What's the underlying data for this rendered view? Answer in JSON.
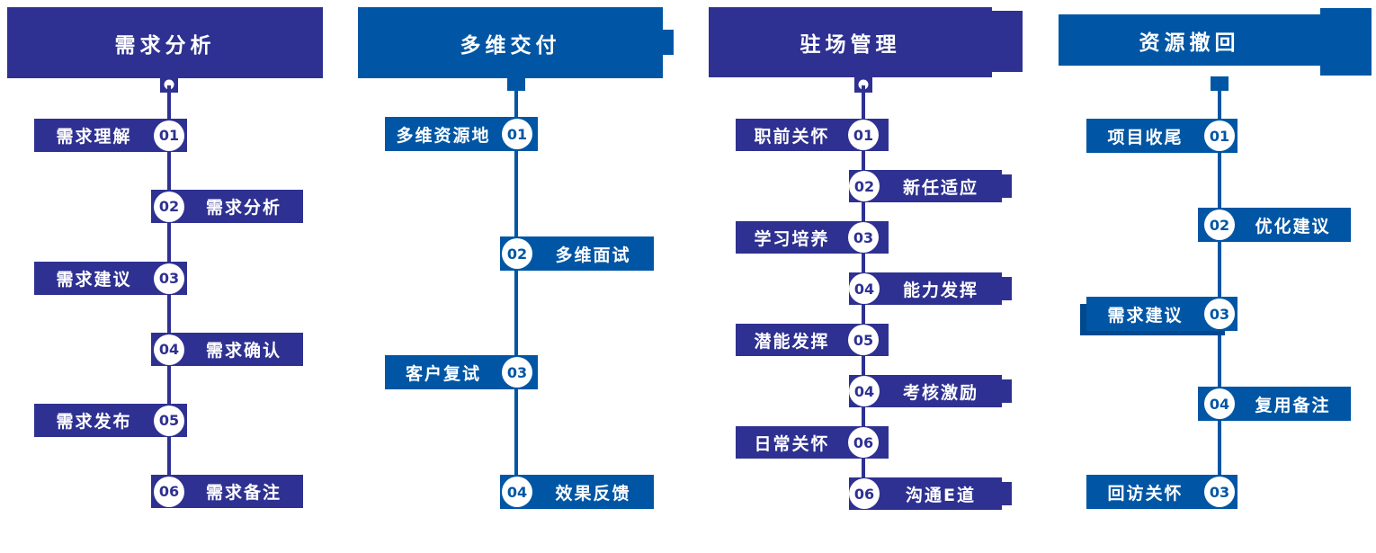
{
  "colors": {
    "navy": "#2e3191",
    "blue": "#0056a4",
    "navy_dark": "#262973",
    "blue_dark": "#00498f",
    "badge_bg": "#ffffff",
    "text": "#ffffff",
    "background": "#ffffff"
  },
  "columns": [
    {
      "title": "需求分析",
      "theme": "navy",
      "steps": [
        {
          "num": "01",
          "label": "需求理解",
          "side": "left"
        },
        {
          "num": "02",
          "label": "需求分析",
          "side": "right"
        },
        {
          "num": "03",
          "label": "需求建议",
          "side": "left"
        },
        {
          "num": "04",
          "label": "需求确认",
          "side": "right"
        },
        {
          "num": "05",
          "label": "需求发布",
          "side": "left"
        },
        {
          "num": "06",
          "label": "需求备注",
          "side": "right"
        }
      ]
    },
    {
      "title": "多维交付",
      "theme": "blue",
      "steps": [
        {
          "num": "01",
          "label": "多维资源地",
          "side": "left"
        },
        {
          "num": "02",
          "label": "多维面试",
          "side": "right"
        },
        {
          "num": "03",
          "label": "客户复试",
          "side": "left"
        },
        {
          "num": "04",
          "label": "效果反馈",
          "side": "right"
        }
      ]
    },
    {
      "title": "驻场管理",
      "theme": "navy",
      "steps": [
        {
          "num": "01",
          "label": "职前关怀",
          "side": "left"
        },
        {
          "num": "02",
          "label": "新任适应",
          "side": "right"
        },
        {
          "num": "03",
          "label": "学习培养",
          "side": "left"
        },
        {
          "num": "04",
          "label": "能力发挥",
          "side": "right"
        },
        {
          "num": "05",
          "label": "潜能发挥",
          "side": "left"
        },
        {
          "num": "04",
          "label": "考核激励",
          "side": "right"
        },
        {
          "num": "06",
          "label": "日常关怀",
          "side": "left"
        },
        {
          "num": "06",
          "label": "沟通E道",
          "side": "right"
        }
      ]
    },
    {
      "title": "资源撤回",
      "theme": "blue",
      "steps": [
        {
          "num": "01",
          "label": "项目收尾",
          "side": "left"
        },
        {
          "num": "02",
          "label": "优化建议",
          "side": "right"
        },
        {
          "num": "03",
          "label": "需求建议",
          "side": "left"
        },
        {
          "num": "04",
          "label": "复用备注",
          "side": "right"
        },
        {
          "num": "03",
          "label": "回访关怀",
          "side": "left"
        }
      ]
    }
  ]
}
